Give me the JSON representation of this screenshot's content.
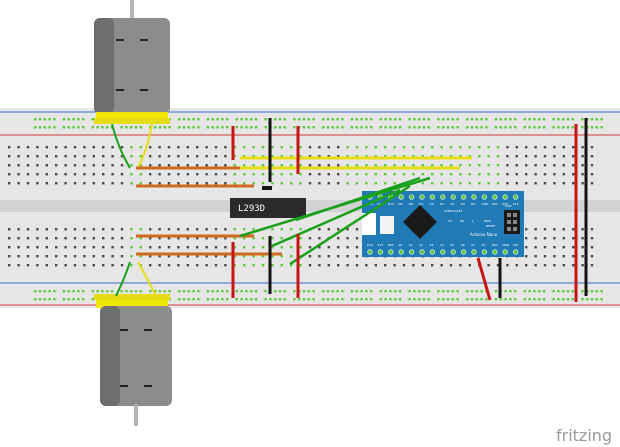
{
  "diagram": {
    "chip_label": "L293D",
    "nano_label": "Arduino Nano",
    "nano_pins_top": [
      "D12",
      "D11",
      "D10",
      "D9",
      "D8",
      "D7",
      "D6",
      "D5",
      "D4",
      "D3",
      "D2",
      "GND",
      "RST",
      "RX0",
      "TX1"
    ],
    "nano_pins_bottom": [
      "D13",
      "3V3",
      "REF",
      "A0",
      "A1",
      "A2",
      "A3",
      "A4",
      "A5",
      "A6",
      "A7",
      "5V",
      "RST",
      "GND",
      "VIN"
    ],
    "nano_chip_text": "ATMEGA328",
    "nano_leds": [
      "TX",
      "RX",
      "L",
      "PWR"
    ],
    "nano_side_text": [
      "ICSP",
      "RESET"
    ],
    "brand": "fritzing"
  },
  "colors": {
    "board": "#e6e6e6",
    "rail_red": "#d23c3c",
    "rail_blue": "#3c6ed2",
    "hole": "#4a4a4a",
    "hole_lit": "#5cc83c",
    "motor_body": "#8c8c8c",
    "motor_cap": "#f0e60a",
    "nano": "#1f7ab5",
    "wire_green": "#1aa01a",
    "wire_yellow": "#e6dc14",
    "wire_orange": "#d2691e",
    "wire_red": "#c81414",
    "wire_black": "#141414"
  }
}
